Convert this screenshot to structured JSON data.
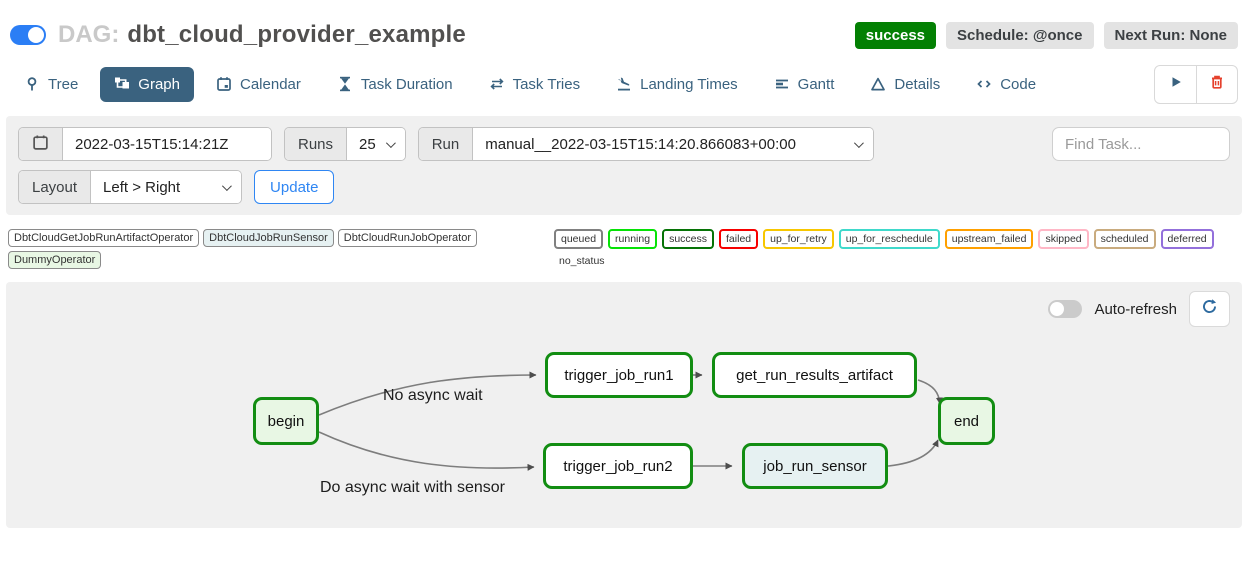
{
  "header": {
    "dag_prefix": "DAG:",
    "dag_name": "dbt_cloud_provider_example",
    "status_badge": "success",
    "schedule_badge": "Schedule: @once",
    "next_run_badge": "Next Run: None"
  },
  "tabs": [
    {
      "label": "Tree",
      "icon": "pin-icon"
    },
    {
      "label": "Graph",
      "icon": "graph-icon",
      "active": true
    },
    {
      "label": "Calendar",
      "icon": "calendar-icon"
    },
    {
      "label": "Task Duration",
      "icon": "hourglass-icon"
    },
    {
      "label": "Task Tries",
      "icon": "repeat-icon"
    },
    {
      "label": "Landing Times",
      "icon": "plane-landing-icon"
    },
    {
      "label": "Gantt",
      "icon": "gantt-icon"
    },
    {
      "label": "Details",
      "icon": "triangle-icon"
    },
    {
      "label": "Code",
      "icon": "code-icon"
    }
  ],
  "actions": {
    "play_icon": "play-icon",
    "delete_icon": "trash-icon"
  },
  "filters": {
    "date_value": "2022-03-15T15:14:21Z",
    "runs_label": "Runs",
    "runs_value": "25",
    "run_label": "Run",
    "run_value": "manual__2022-03-15T15:14:20.866083+00:00",
    "find_task_placeholder": "Find Task...",
    "layout_label": "Layout",
    "layout_value": "Left > Right",
    "update_label": "Update"
  },
  "legend": {
    "operators": [
      {
        "label": "DbtCloudGetJobRunArtifactOperator",
        "fill": "#ffffff"
      },
      {
        "label": "DbtCloudJobRunSensor",
        "fill": "#e6f1f2"
      },
      {
        "label": "DbtCloudRunJobOperator",
        "fill": "#ffffff"
      },
      {
        "label": "DummyOperator",
        "fill": "#e8f7e4"
      }
    ],
    "statuses": [
      {
        "label": "queued",
        "color": "#808080"
      },
      {
        "label": "running",
        "color": "#06e206"
      },
      {
        "label": "success",
        "color": "#067306"
      },
      {
        "label": "failed",
        "color": "#f70000"
      },
      {
        "label": "up_for_retry",
        "color": "#f7c700"
      },
      {
        "label": "up_for_reschedule",
        "color": "#3fd9cb"
      },
      {
        "label": "upstream_failed",
        "color": "#ffa000"
      },
      {
        "label": "skipped",
        "color": "#ffb7c6"
      },
      {
        "label": "scheduled",
        "color": "#c9ab7e"
      },
      {
        "label": "deferred",
        "color": "#9370db"
      },
      {
        "label": "no_status",
        "color": "none"
      }
    ]
  },
  "graph": {
    "auto_refresh_label": "Auto-refresh",
    "node_border_color": "#128d12",
    "nodes": [
      {
        "id": "begin",
        "label": "begin",
        "fill": "#e8f7e4"
      },
      {
        "id": "trigger_job_run1",
        "label": "trigger_job_run1",
        "fill": "#ffffff"
      },
      {
        "id": "get_run_results_artifact",
        "label": "get_run_results_artifact",
        "fill": "#ffffff"
      },
      {
        "id": "trigger_job_run2",
        "label": "trigger_job_run2",
        "fill": "#ffffff"
      },
      {
        "id": "job_run_sensor",
        "label": "job_run_sensor",
        "fill": "#e6f1f2"
      },
      {
        "id": "end",
        "label": "end",
        "fill": "#e8f7e4"
      }
    ],
    "edges": [
      {
        "from": "begin",
        "to": "trigger_job_run1",
        "label": "No async wait"
      },
      {
        "from": "begin",
        "to": "trigger_job_run2",
        "label": "Do async wait with sensor"
      },
      {
        "from": "trigger_job_run1",
        "to": "get_run_results_artifact"
      },
      {
        "from": "get_run_results_artifact",
        "to": "end"
      },
      {
        "from": "trigger_job_run2",
        "to": "job_run_sensor"
      },
      {
        "from": "job_run_sensor",
        "to": "end"
      }
    ],
    "edge_labels": [
      "No async wait",
      "Do async wait with sensor"
    ]
  },
  "colors": {
    "accent_blue": "#2f86f3",
    "tab_navy": "#3a627f",
    "success_green": "#038003",
    "node_border": "#128d12",
    "trash_red": "#e5412d",
    "panel_gray": "#f0f0f0"
  }
}
